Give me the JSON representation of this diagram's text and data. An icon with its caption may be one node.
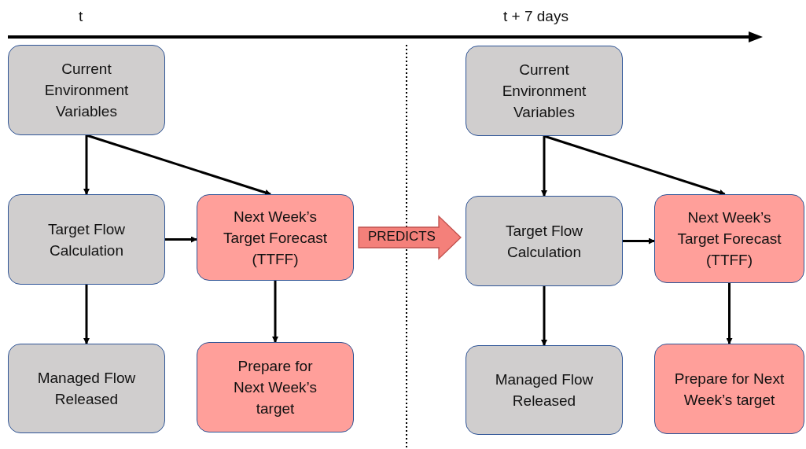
{
  "diagram": {
    "nodes": [
      {
        "text": [
          "Current Environment Variables"
        ]
      },
      {
        "text": [
          "Target Flow Calculation"
        ]
      },
      {
        "text": [
          "Next Week’s Target Forecast (TTFF)"
        ]
      },
      {
        "text": [
          "Managed Flow Released"
        ]
      },
      {
        "text": [
          "Prepare for Next Week’s target"
        ]
      },
      {
        "text": [
          "Current Environment Variables"
        ]
      },
      {
        "text": [
          "Target Flow Calculation"
        ]
      },
      {
        "text": [
          "Next Week’s Target Forecast (TTFF)"
        ]
      },
      {
        "text": [
          "Managed Flow Released"
        ]
      },
      {
        "text": [
          "Prepare for Next Week’s target"
        ]
      }
    ],
    "edges": [
      {
        "from": 0,
        "to": 1,
        "arrow": "to"
      },
      {
        "from": 0,
        "to": 2,
        "arrow": "to"
      },
      {
        "from": 1,
        "to": 2,
        "arrow": "to"
      },
      {
        "from": 1,
        "to": 3,
        "arrow": "to"
      },
      {
        "from": 2,
        "to": 4,
        "arrow": "to"
      },
      {
        "from": 2,
        "to": 6,
        "arrow": "to",
        "label": "PREDICTS",
        "style": "thick",
        "color": "#f4807a"
      },
      {
        "from": 5,
        "to": 6,
        "arrow": "to"
      },
      {
        "from": 5,
        "to": 7,
        "arrow": "to"
      },
      {
        "from": 6,
        "to": 7,
        "arrow": "to"
      },
      {
        "from": 6,
        "to": 8,
        "arrow": "to"
      },
      {
        "from": 7,
        "to": 9,
        "arrow": "to"
      }
    ],
    "labels": [
      "t",
      "t + 7 days"
    ]
  }
}
